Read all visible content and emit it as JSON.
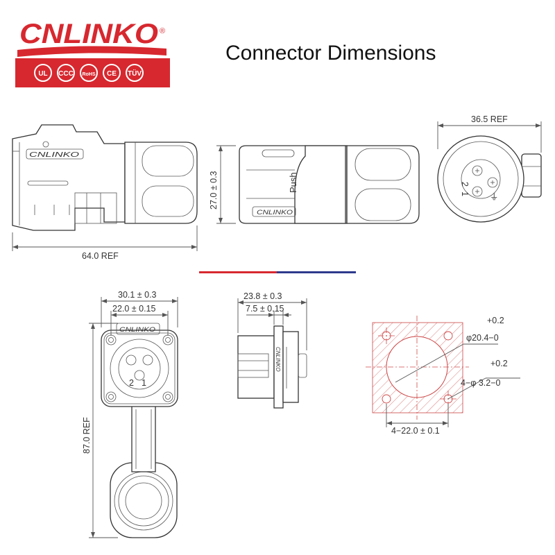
{
  "brand": {
    "logo_text": "CNLINKO",
    "registered_mark": "®",
    "certifications": [
      "UL",
      "CCC",
      "RoHS",
      "CE",
      "TÜV"
    ]
  },
  "title": "Connector Dimensions",
  "dimensions": {
    "plug_length": "64.0 REF",
    "plug_height": "27.0 ± 0.3",
    "face_width": "36.5 REF",
    "flange_outer": "30.1 ± 0.3",
    "flange_inner": "22.0 ± 0.15",
    "flange_height": "87.0 REF",
    "side_depth": "23.8 ± 0.3",
    "side_flange": "7.5 ± 0.15",
    "panel_hole_upper_tol": "+0.2",
    "panel_hole": "φ20.4−0",
    "mount_hole_upper_tol": "+0.2",
    "mount_hole": "4−φ 3.2−0",
    "mount_spacing": "4−22.0 ± 0.1"
  },
  "labels": {
    "push": "Push",
    "pin_1": "1",
    "pin_2": "2",
    "ground_symbol": "⏚",
    "housing_logo": "CNLINKO"
  },
  "colors": {
    "logo_red": "#d7282f",
    "divider_red": "#d7282f",
    "divider_blue": "#2e3a8c"
  }
}
